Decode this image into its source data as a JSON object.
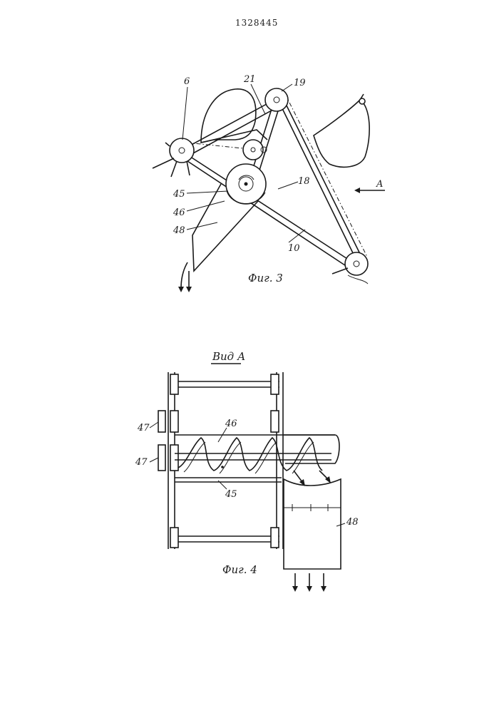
{
  "document": {
    "patent_number": "1328445"
  },
  "figure3": {
    "caption": "Фиг. 3",
    "labels": {
      "l6": "6",
      "l21": "21",
      "l19": "19",
      "l18": "18",
      "l45": "45",
      "l46": "46",
      "l48": "48",
      "l10": "10",
      "lA": "A"
    }
  },
  "figure4": {
    "title": "Вид А",
    "caption": "Фиг. 4",
    "labels": {
      "l47a": "47",
      "l47b": "47",
      "l46": "46",
      "l45": "45",
      "l48": "48"
    }
  }
}
